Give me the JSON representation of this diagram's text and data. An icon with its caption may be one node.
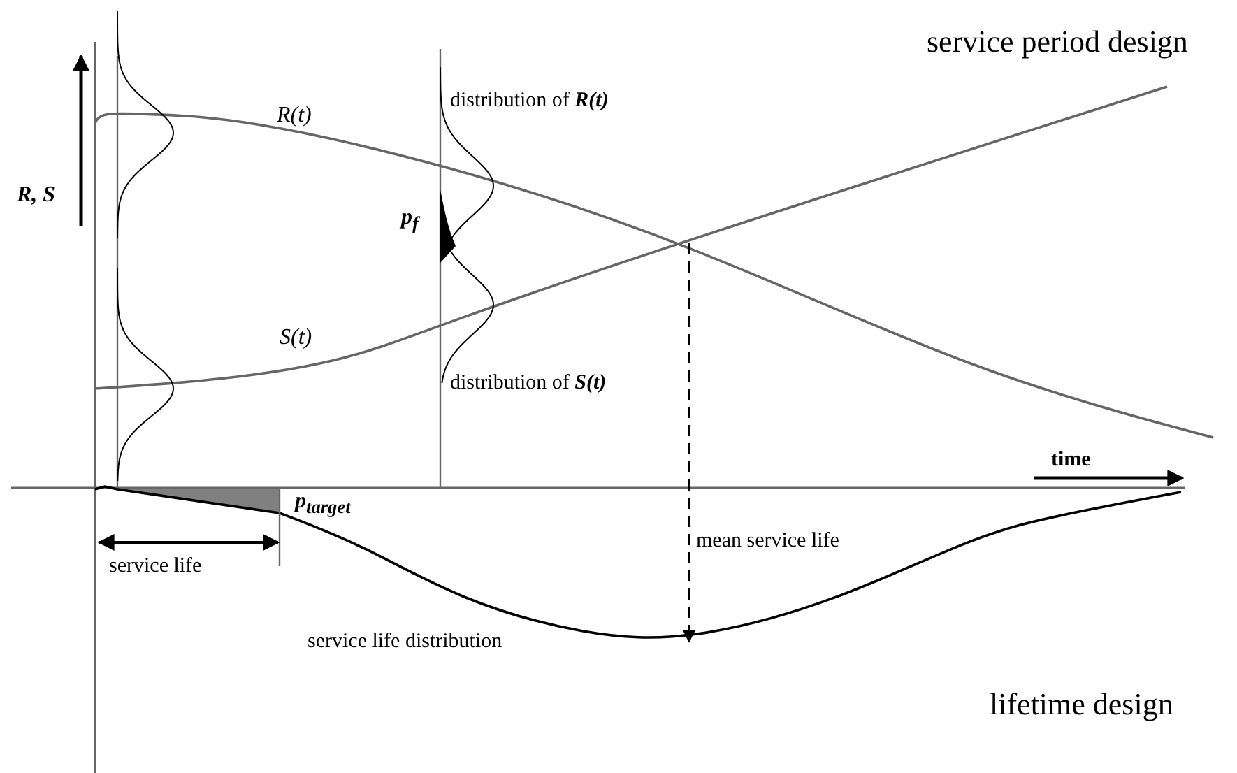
{
  "diagram": {
    "labels": [
      "service period design",
      "R(t)",
      "distribution of **R(t)**",
      "R, S",
      "p$_{f}$",
      "S(t)",
      "distribution of **S(t)**",
      "time",
      "p$_{target}$",
      "mean service life",
      "service life",
      "service life distribution",
      "lifetime design"
    ]
  }
}
